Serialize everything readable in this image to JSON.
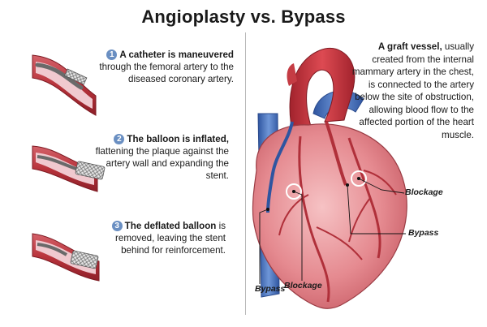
{
  "title": "Angioplasty vs. Bypass",
  "steps": [
    {
      "number": "1",
      "bold": "A catheter is maneuvered",
      "rest": " through the femoral artery to the diseased coronary artery."
    },
    {
      "number": "2",
      "bold": "The balloon is inflated,",
      "rest": " flattening the plaque against the artery wall and expanding the stent."
    },
    {
      "number": "3",
      "bold": "The deflated balloon",
      "rest": " is removed, leaving the stent behind for reinforcement."
    }
  ],
  "bypass_description": {
    "bold": "A graft vessel,",
    "rest": " usually created from the internal mammary artery in the chest, is connected to the artery below the site of obstruction, allowing blood flow to the affected portion of the heart muscle."
  },
  "labels": {
    "blockage_right": "Blockage",
    "bypass_right": "Bypass",
    "bypass_bottom": "Bypass",
    "blockage_bottom": "Blockage"
  },
  "colors": {
    "artery": "#b8333b",
    "artery_light": "#d4626a",
    "plaque": "#f0c9cf",
    "heart": "#e58a90",
    "vein_blue": "#4f77c0",
    "badge": "#6a8fc2"
  },
  "icons": [
    "catheter-stent-illustration",
    "heart-illustration"
  ]
}
